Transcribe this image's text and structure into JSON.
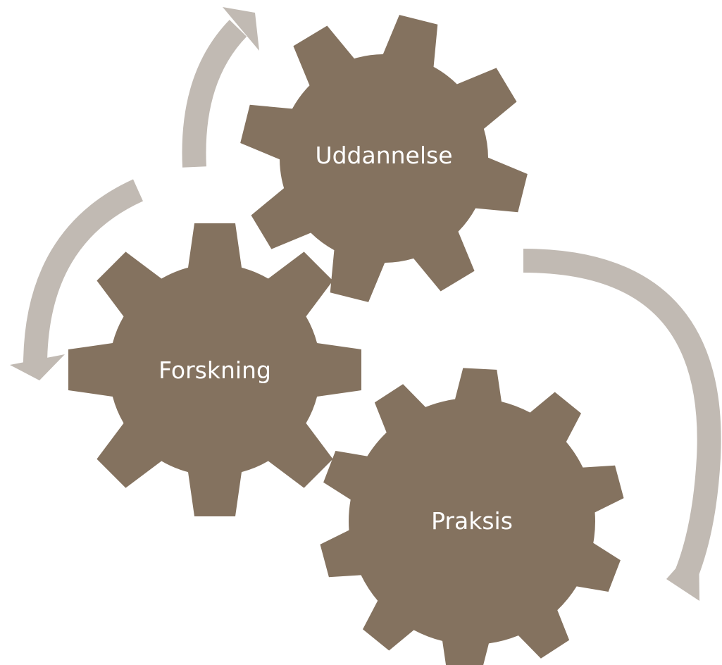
{
  "colors": {
    "gear_fill": "#84725F",
    "arrow_fill": "#C1BAB3",
    "label_text": "#FFFFFF",
    "background": "#FFFFFF"
  },
  "gears": [
    {
      "id": "uddannelse",
      "label": "Uddannelse"
    },
    {
      "id": "forskning",
      "label": "Forskning"
    },
    {
      "id": "praksis",
      "label": "Praksis"
    }
  ],
  "arrows": [
    {
      "id": "up-arrow",
      "icon": "curved-arrow-up-icon"
    },
    {
      "id": "left-arrow",
      "icon": "curved-arrow-down-left-icon"
    },
    {
      "id": "right-arrow",
      "icon": "curved-arrow-down-right-icon"
    }
  ]
}
